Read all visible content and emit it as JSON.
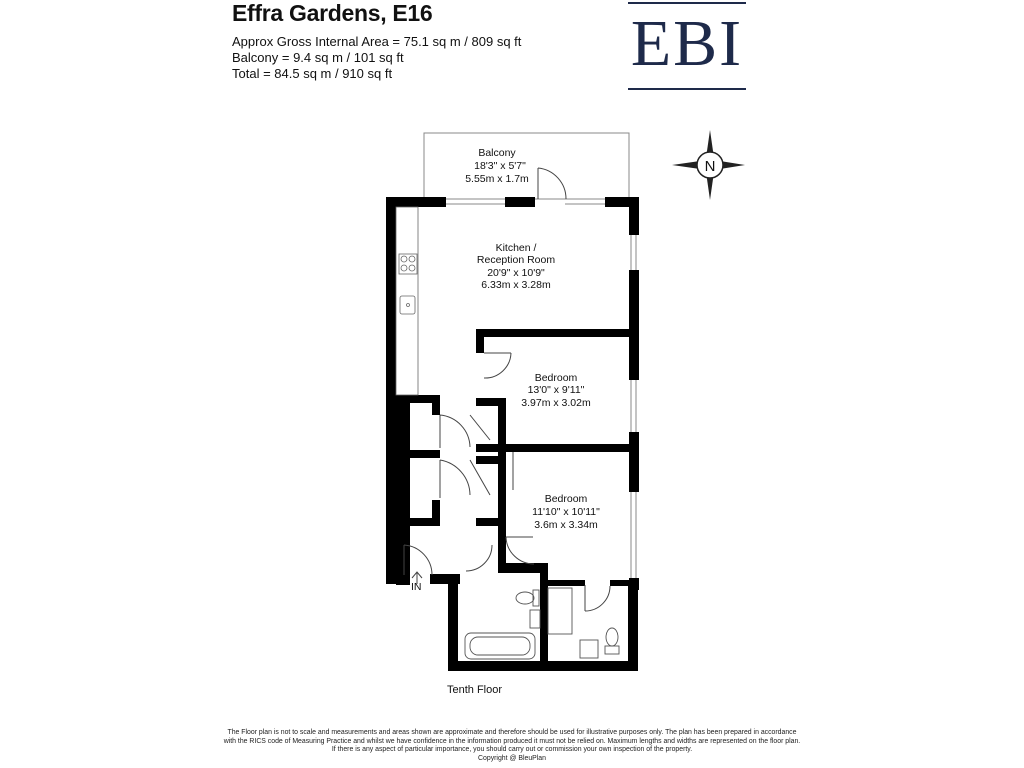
{
  "header": {
    "title": "Effra Gardens, E16",
    "areas": [
      "Approx Gross Internal Area = 75.1 sq m / 809 sq ft",
      "Balcony = 9.4 sq m / 101 sq ft",
      "Total = 84.5 sq m / 910 sq ft"
    ]
  },
  "logo": {
    "text": "EBI",
    "color": "#1e2a4a"
  },
  "compass": {
    "label": "N"
  },
  "rooms": {
    "balcony": {
      "name": "Balcony",
      "imperial": "18'3\" x 5'7\"",
      "metric": "5.55m x 1.7m"
    },
    "kitchen": {
      "name_line1": "Kitchen /",
      "name_line2": "Reception Room",
      "imperial": "20'9\" x 10'9\"",
      "metric": "6.33m x 3.28m"
    },
    "bedroom1": {
      "name": "Bedroom",
      "imperial": "13'0\" x 9'11\"",
      "metric": "3.97m x 3.02m"
    },
    "bedroom2": {
      "name": "Bedroom",
      "imperial": "11'10\" x 10'11\"",
      "metric": "3.6m x 3.34m"
    }
  },
  "entrance": {
    "label": "IN"
  },
  "floor": {
    "label": "Tenth Floor"
  },
  "footer": {
    "lines": [
      "The Floor plan is not to scale and measurements and areas shown are approximate and therefore should be used for illustrative purposes only. The plan has been prepared in accordance",
      "with the RICS code of Measuring Practice and whilst we have confidence in the information produced it must not be relied on. Maximum lengths and widths are represented on the floor plan.",
      "If there is any aspect of particular importance, you should carry out or commission your own inspection of the property.",
      "Copyright @ BleuPlan"
    ]
  }
}
